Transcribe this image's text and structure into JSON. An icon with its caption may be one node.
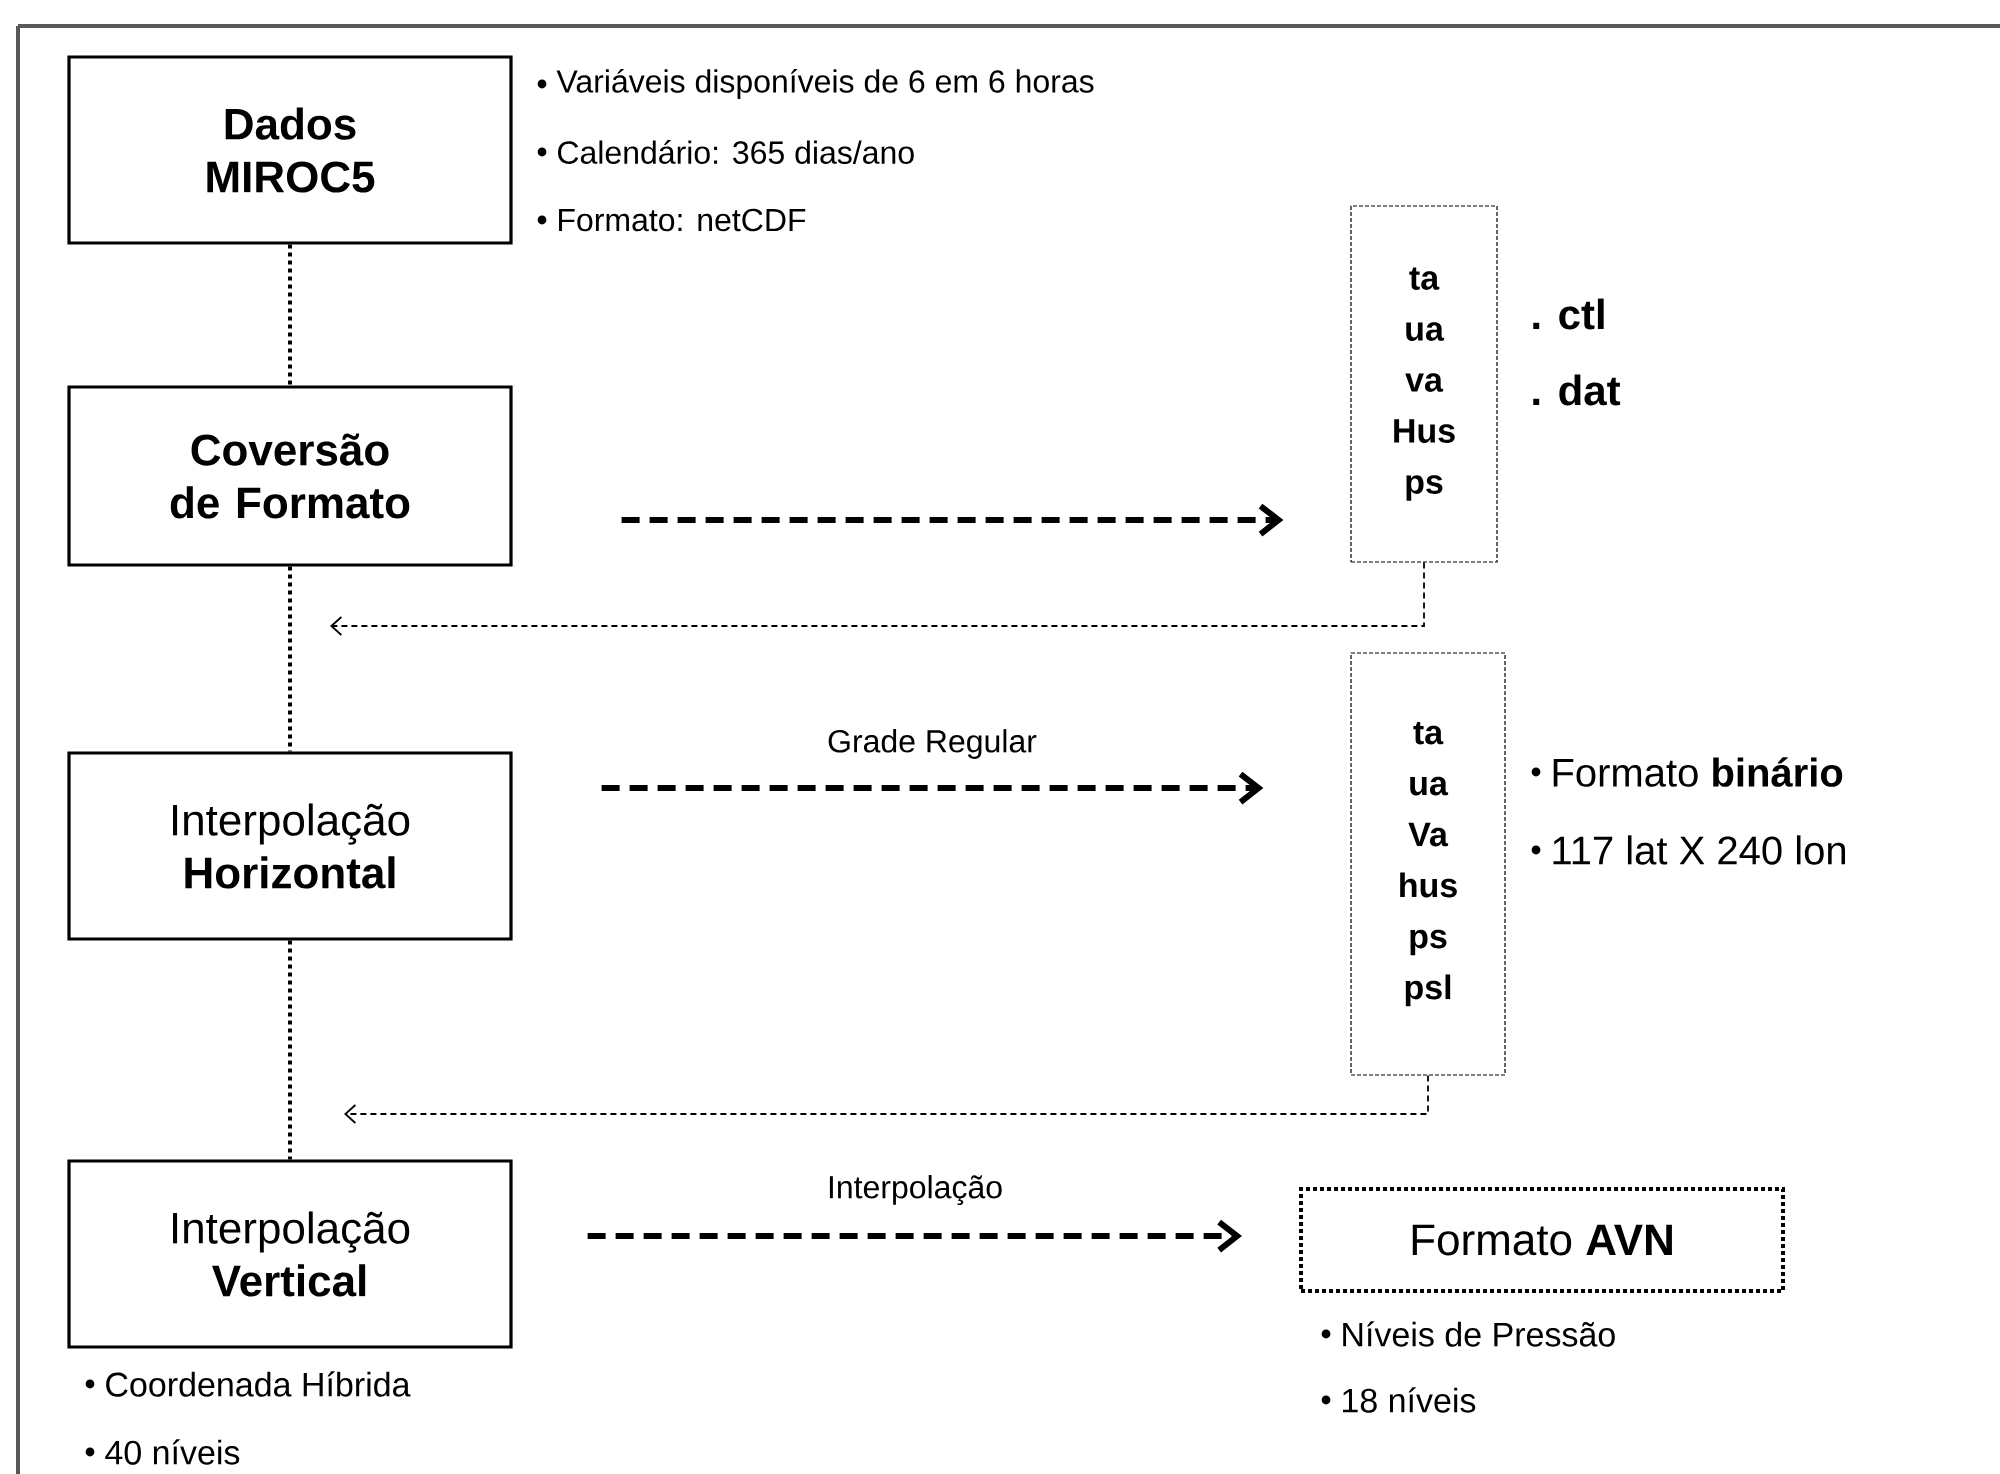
{
  "diagram": {
    "nodes": [
      {
        "text": [
          "Dados MIROC5"
        ],
        "beside": [
          "Variáveis disponíveis de 6 em 6 horas",
          "Calendário: 365 dias/ano",
          "Formato: netCDF"
        ]
      },
      {
        "text": [
          "Coversão de Formato"
        ]
      },
      {
        "text": [
          "Interpolação",
          "Horizontal"
        ]
      },
      {
        "text": [
          "Interpolação",
          "Vertical"
        ],
        "beside": [
          "Coordenada Híbrida",
          "40 níveis"
        ]
      },
      {
        "text": [
          "ta",
          "ua",
          "va",
          "Hus",
          "ps"
        ],
        "beside": [
          ". ctl",
          ". dat"
        ]
      },
      {
        "text": [
          "ta",
          "ua",
          "Va",
          "hus",
          "ps",
          "psl"
        ],
        "beside": [
          "Formato **binário**",
          "117 lat X 240 lon"
        ]
      },
      {
        "text": [
          "Formato **AVN**"
        ],
        "beside": [
          "Níveis de Pressão",
          "18 níveis"
        ]
      }
    ],
    "edges": [
      {
        "from": 0,
        "to": 1,
        "arrow": "none"
      },
      {
        "from": 1,
        "to": 2,
        "arrow": "none"
      },
      {
        "from": 2,
        "to": 3,
        "arrow": "none"
      },
      {
        "from": 1,
        "to": 4,
        "arrow": "to",
        "style": "dashed"
      },
      {
        "from": 4,
        "to": null,
        "arrow": "to",
        "style": "dashed"
      },
      {
        "from": 2,
        "to": 5,
        "label": "Grade Regular",
        "arrow": "to",
        "style": "dashed"
      },
      {
        "from": 5,
        "to": null,
        "arrow": "to",
        "style": "dashed"
      },
      {
        "from": 3,
        "to": 6,
        "label": "Interpolação",
        "arrow": "to",
        "style": "dashed"
      }
    ]
  }
}
